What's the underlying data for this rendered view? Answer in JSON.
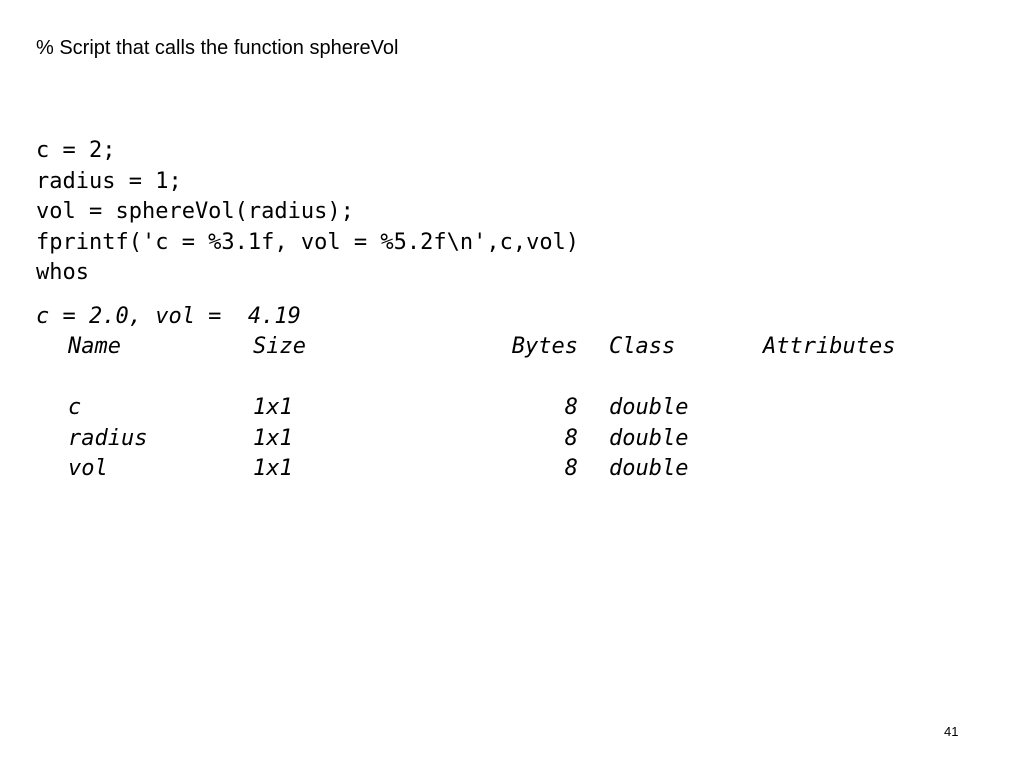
{
  "slide": {
    "heading": "% Script that calls the function sphereVol",
    "code_lines": [
      "c = 2;",
      "radius = 1;",
      "vol = sphereVol(radius);",
      "fprintf('c = %3.1f, vol = %5.2f\\n',c,vol)",
      "whos"
    ],
    "output_line": "c = 2.0, vol =  4.19",
    "whos": {
      "headers": {
        "name": "Name",
        "size": "Size",
        "bytes": "Bytes",
        "class": "Class",
        "attributes": "Attributes"
      },
      "rows": [
        {
          "name": "c",
          "size": "1x1",
          "bytes": "8",
          "class": "double"
        },
        {
          "name": "radius",
          "size": "1x1",
          "bytes": "8",
          "class": "double"
        },
        {
          "name": "vol",
          "size": "1x1",
          "bytes": "8",
          "class": "double"
        }
      ]
    },
    "page_number": "41"
  }
}
